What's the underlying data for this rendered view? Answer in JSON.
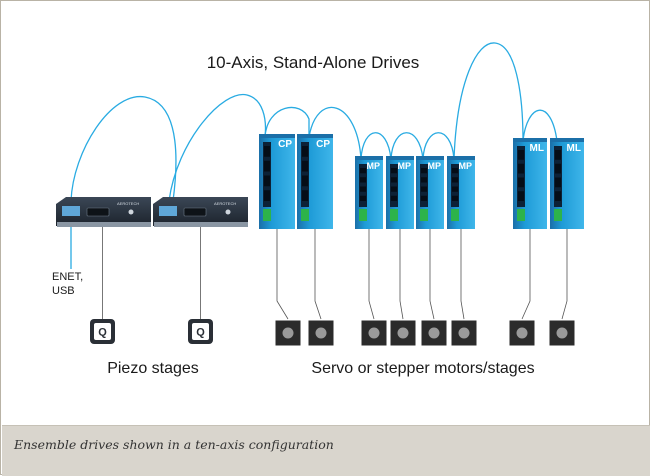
{
  "title": "10-Axis, Stand-Alone Drives",
  "network_label": [
    "ENET,",
    "USB"
  ],
  "group_labels": {
    "piezo": "Piezo stages",
    "servo": "Servo or stepper motors/stages"
  },
  "piezo_drives": [
    {
      "brand": "AEROTECH"
    },
    {
      "brand": "AEROTECH"
    }
  ],
  "piezo_stage_icon_letter": "Q",
  "drives": [
    {
      "type": "CP"
    },
    {
      "type": "CP"
    },
    {
      "type": "MP"
    },
    {
      "type": "MP"
    },
    {
      "type": "MP"
    },
    {
      "type": "MP"
    },
    {
      "type": "ML"
    },
    {
      "type": "ML"
    }
  ],
  "motor_count": 8,
  "colors": {
    "cable": "#29abe2",
    "drive_blue": "#1e9bd7",
    "drive_dark": "#1b6fa8",
    "status_green": "#2db34a",
    "piezo_body": "#2a3340",
    "motor_body": "#2b2b2b"
  },
  "caption": "Ensemble drives shown in a ten-axis configuration"
}
